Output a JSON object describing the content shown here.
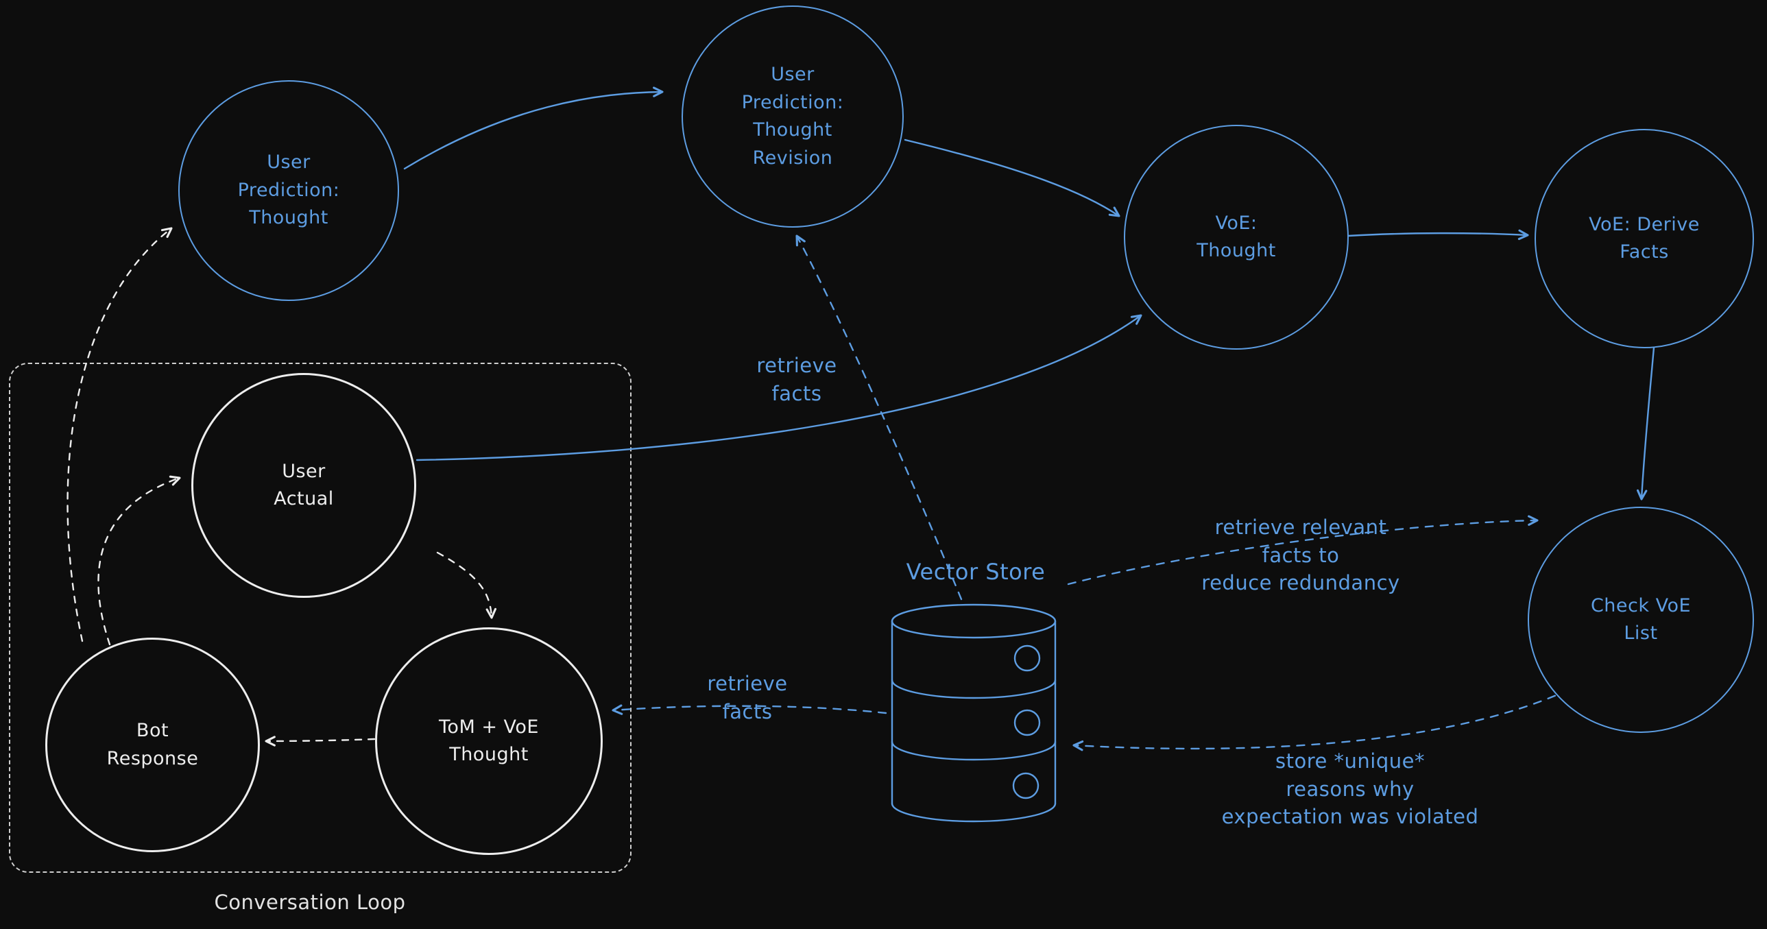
{
  "diagram": {
    "nodes": {
      "user_prediction_thought": "User\nPrediction:\nThought",
      "user_prediction_thought_revision": "User\nPrediction:\nThought\nRevision",
      "voe_thought": "VoE:\nThought",
      "voe_derive_facts": "VoE: Derive\nFacts",
      "check_voe_list": "Check VoE\nList",
      "user_actual": "User\nActual",
      "bot_response": "Bot\nResponse",
      "tom_voe_thought": "ToM + VoE\nThought"
    },
    "annotations": {
      "vector_store": "Vector Store",
      "conversation_loop": "Conversation Loop",
      "retrieve_facts_top": "retrieve\nfacts",
      "retrieve_facts_side": "retrieve\nfacts",
      "retrieve_relevant": "retrieve relevant\nfacts to\nreduce redundancy",
      "store_unique": "store *unique*\nreasons why\nexpectation was violated"
    },
    "colors": {
      "accent_blue": "#5d9de2",
      "stroke_white": "#ededed",
      "background": "#0d0d0d"
    }
  }
}
